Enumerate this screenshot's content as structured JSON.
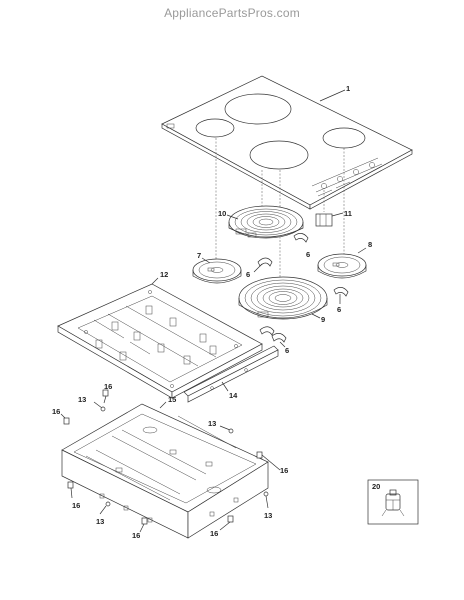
{
  "watermark": "AppliancePartsPros.com",
  "callouts": {
    "c1": "1",
    "c6a": "6",
    "c6b": "6",
    "c6c": "6",
    "c6d": "6",
    "c7": "7",
    "c8": "8",
    "c9": "9",
    "c10": "10",
    "c11": "11",
    "c12": "12",
    "c13a": "13",
    "c13b": "13",
    "c13c": "13",
    "c13d": "13",
    "c14": "14",
    "c15": "15",
    "c16a": "16",
    "c16b": "16",
    "c16c": "16",
    "c16d": "16",
    "c16e": "16",
    "c16f": "16",
    "c20": "20"
  }
}
